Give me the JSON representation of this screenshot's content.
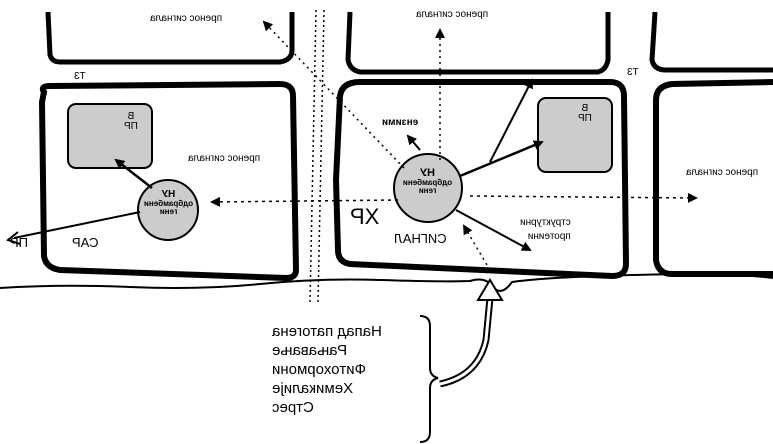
{
  "diagram": {
    "mirrored": true,
    "signal_transfer": "пренос сигнала",
    "t3": "Т3",
    "vacuole": "В\nПР",
    "vacuole_line1": "В",
    "vacuole_line2": "ПР",
    "nucleus_line1": "НУ",
    "nucleus_line2": "одбрамбени",
    "nucleus_line3": "гени",
    "enzymes": "ензими",
    "structural_proteins_line1": "структурни",
    "structural_proteins_line2": "протеини",
    "hr": "ХР",
    "signal": "СИГНАЛ",
    "sar": "САР",
    "pr": "ПР",
    "stimuli": [
      "Напад патогена",
      "Рањавање",
      "Фитохормони",
      "Хемикалије",
      "Стрес"
    ]
  }
}
